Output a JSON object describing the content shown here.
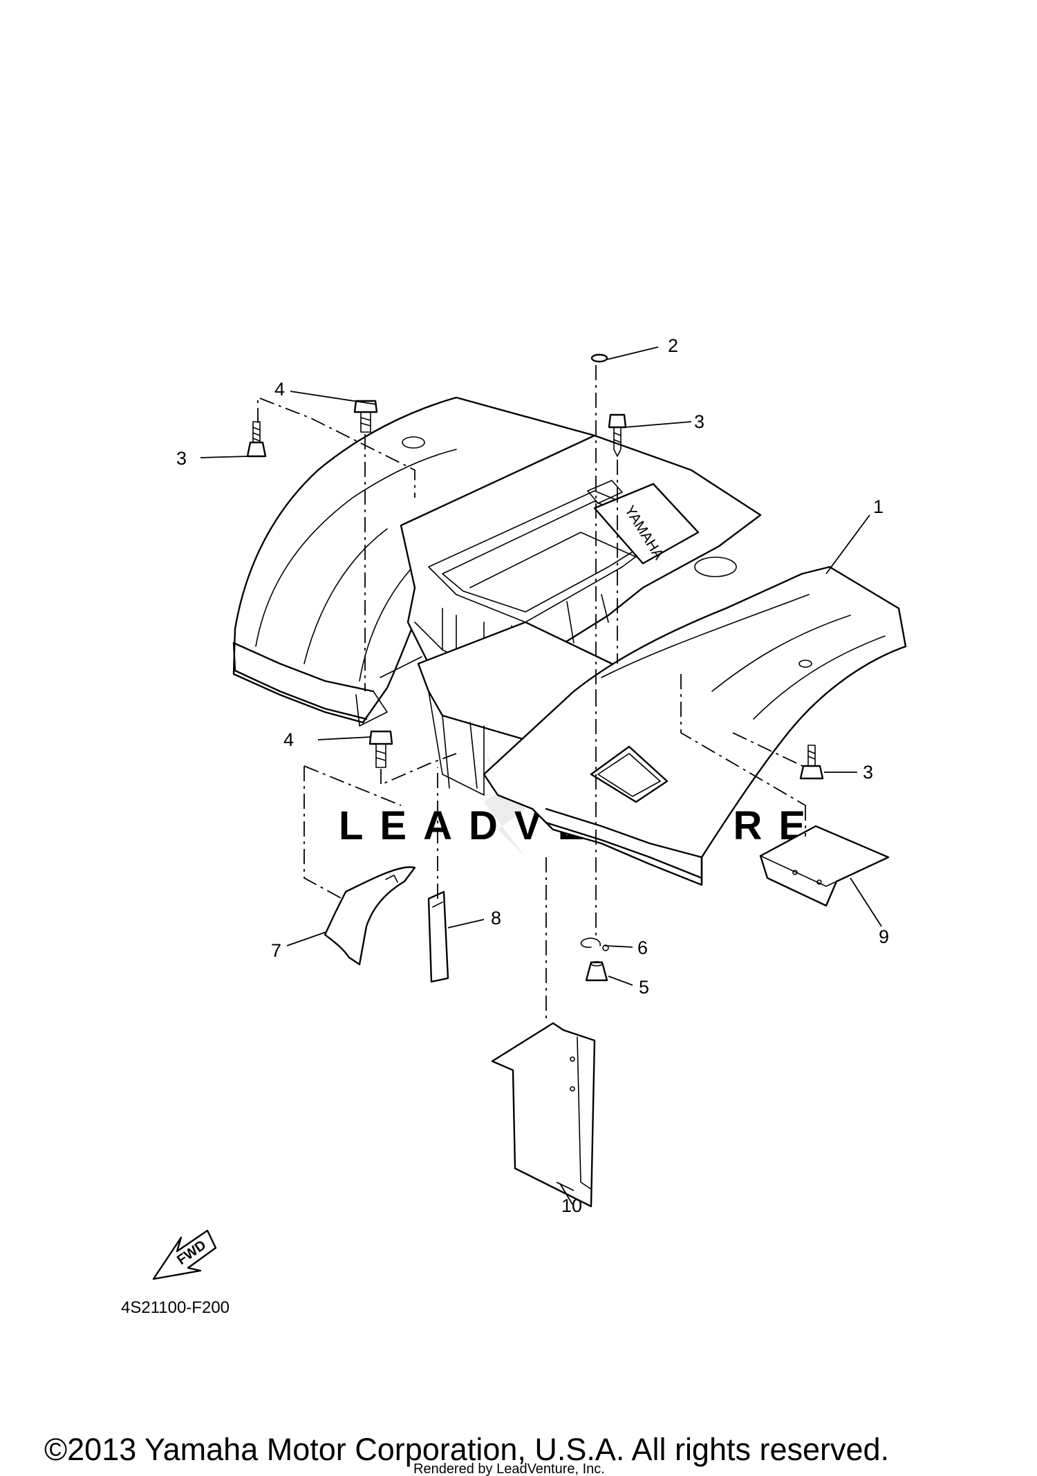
{
  "callouts": [
    {
      "id": "1",
      "label": "1"
    },
    {
      "id": "2",
      "label": "2"
    },
    {
      "id": "3a",
      "label": "3"
    },
    {
      "id": "3b",
      "label": "3"
    },
    {
      "id": "3c",
      "label": "3"
    },
    {
      "id": "4a",
      "label": "4"
    },
    {
      "id": "4b",
      "label": "4"
    },
    {
      "id": "5",
      "label": "5"
    },
    {
      "id": "6",
      "label": "6"
    },
    {
      "id": "7",
      "label": "7"
    },
    {
      "id": "8",
      "label": "8"
    },
    {
      "id": "9",
      "label": "9"
    },
    {
      "id": "10",
      "label": "10"
    }
  ],
  "fender_emblem": "YAMAHA",
  "fwd_arrow_label": "FWD",
  "diagram_code": "4S21100-F200",
  "copyright": "©2013 Yamaha Motor Corporation, U.S.A. All rights reserved.",
  "rendered_by": "Rendered by LeadVenture, Inc.",
  "watermark": "LEADVENTURE",
  "colors": {
    "line": "#000000",
    "background": "#ffffff",
    "watermark": "#e9e9e9"
  }
}
